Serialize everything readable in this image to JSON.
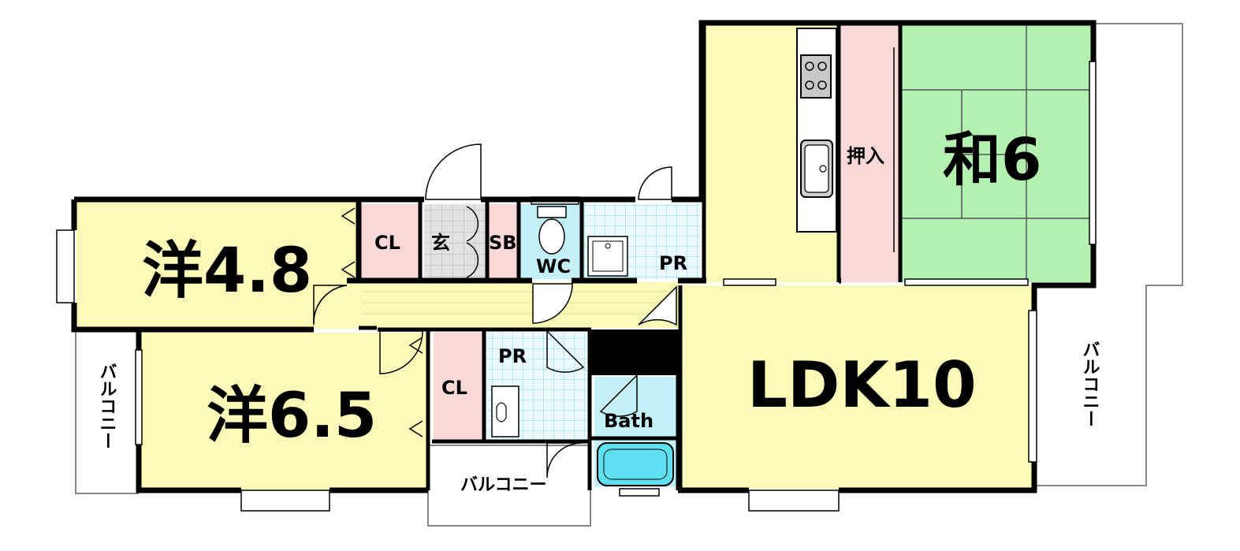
{
  "rooms": {
    "western_a": "洋4.8",
    "western_b": "洋6.5",
    "ldk": "LDK10",
    "washitsu": "和6",
    "cl_a": "CL",
    "cl_b": "CL",
    "genkan": "玄",
    "sb": "SB",
    "wc": "WC",
    "pr_a": "PR",
    "pr_b": "PR",
    "bath": "Bath",
    "oshiire": "押入"
  },
  "balconies": {
    "left": "バルコニー",
    "bottom": "バルコニー",
    "right": "バルコニー"
  },
  "colors": {
    "western": "#fafab8",
    "closet": "#f9d8d8",
    "tatami": "#b4f0b0",
    "water": "#c4f0f8",
    "genkan": "#dcdcdc",
    "wall": "#000000",
    "tub": "#5ee0f0"
  }
}
